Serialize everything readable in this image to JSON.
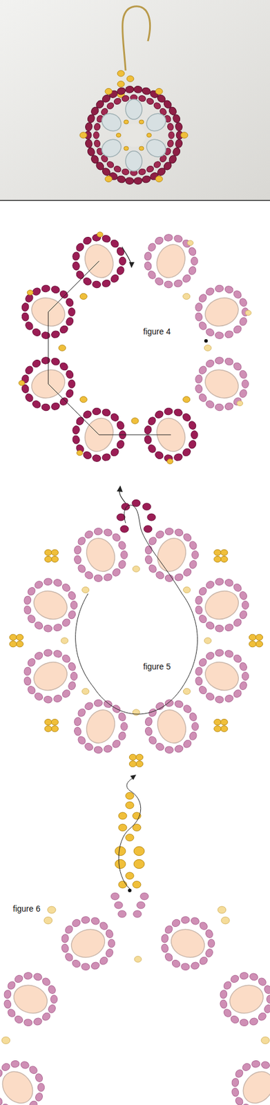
{
  "diagram": {
    "labels": [
      "figure 4",
      "figure 5",
      "figure 6"
    ]
  }
}
